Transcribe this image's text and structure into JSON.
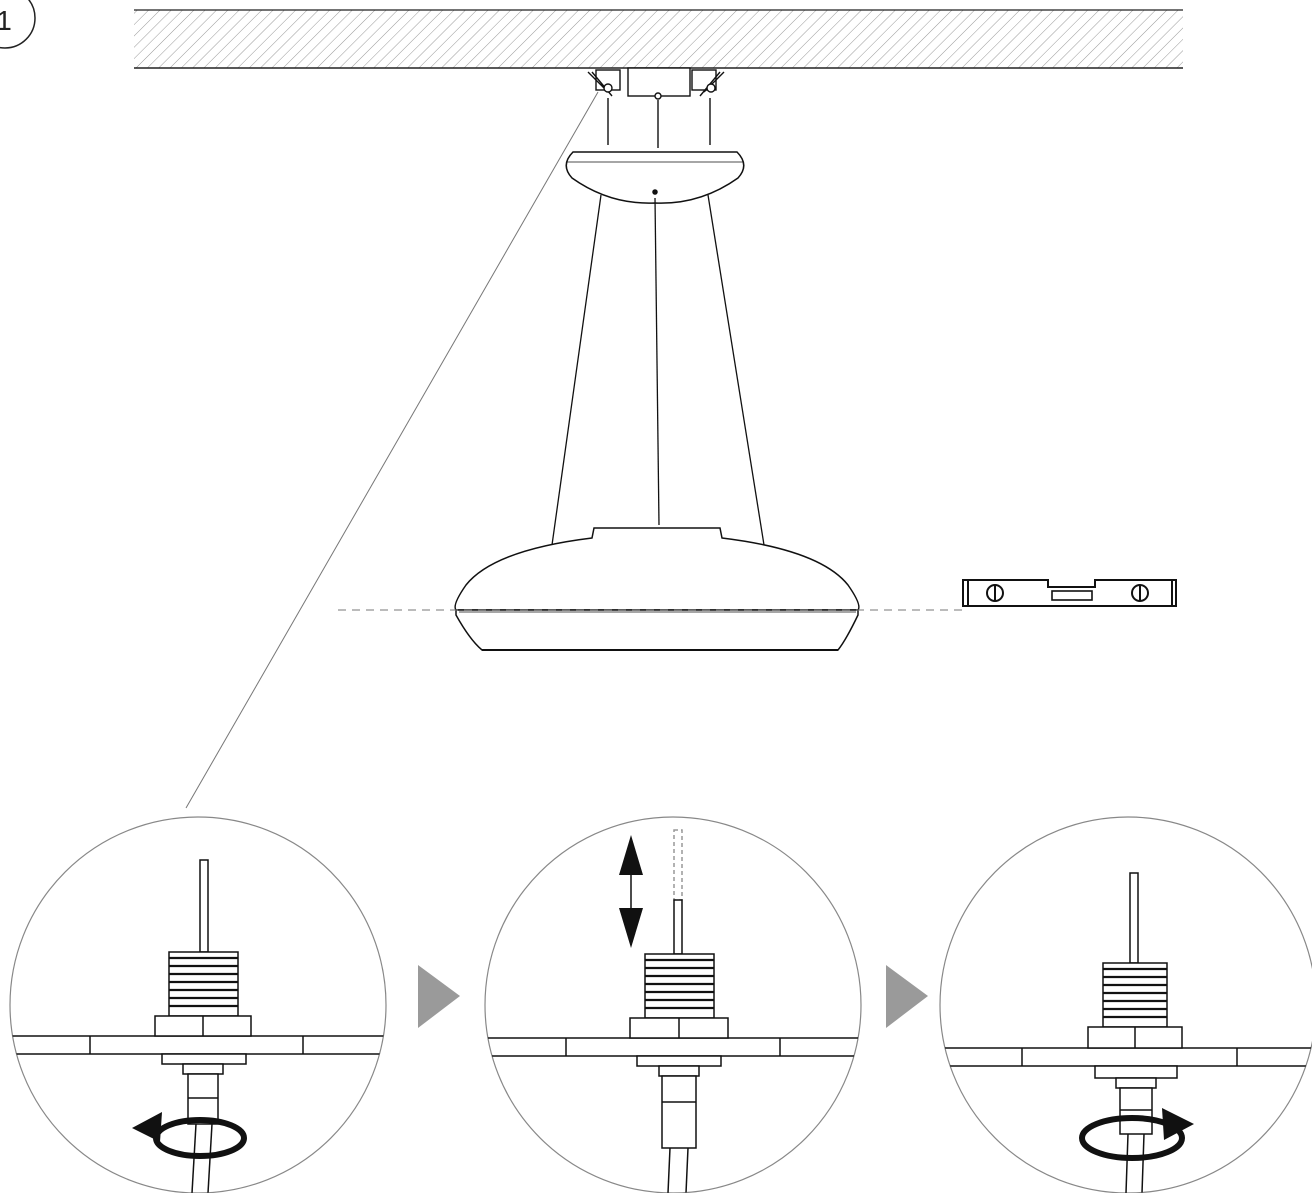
{
  "step": {
    "number": "1"
  },
  "colors": {
    "stroke": "#111111",
    "hatch": "#888888",
    "arrow_gray": "#9a9a9a",
    "leader": "#777777"
  },
  "icons": [
    "ceiling-hatch",
    "ceiling-canopy-icon",
    "pendant-lamp-icon",
    "spirit-level-icon",
    "rotate-left-arrow-icon",
    "up-down-arrow-icon",
    "rotate-right-arrow-icon",
    "next-step-arrow-icon"
  ],
  "detail_steps": [
    {
      "action": "loosen",
      "icon": "rotate-left-arrow-icon"
    },
    {
      "action": "adjust-height",
      "icon": "up-down-arrow-icon"
    },
    {
      "action": "tighten",
      "icon": "rotate-right-arrow-icon"
    }
  ]
}
